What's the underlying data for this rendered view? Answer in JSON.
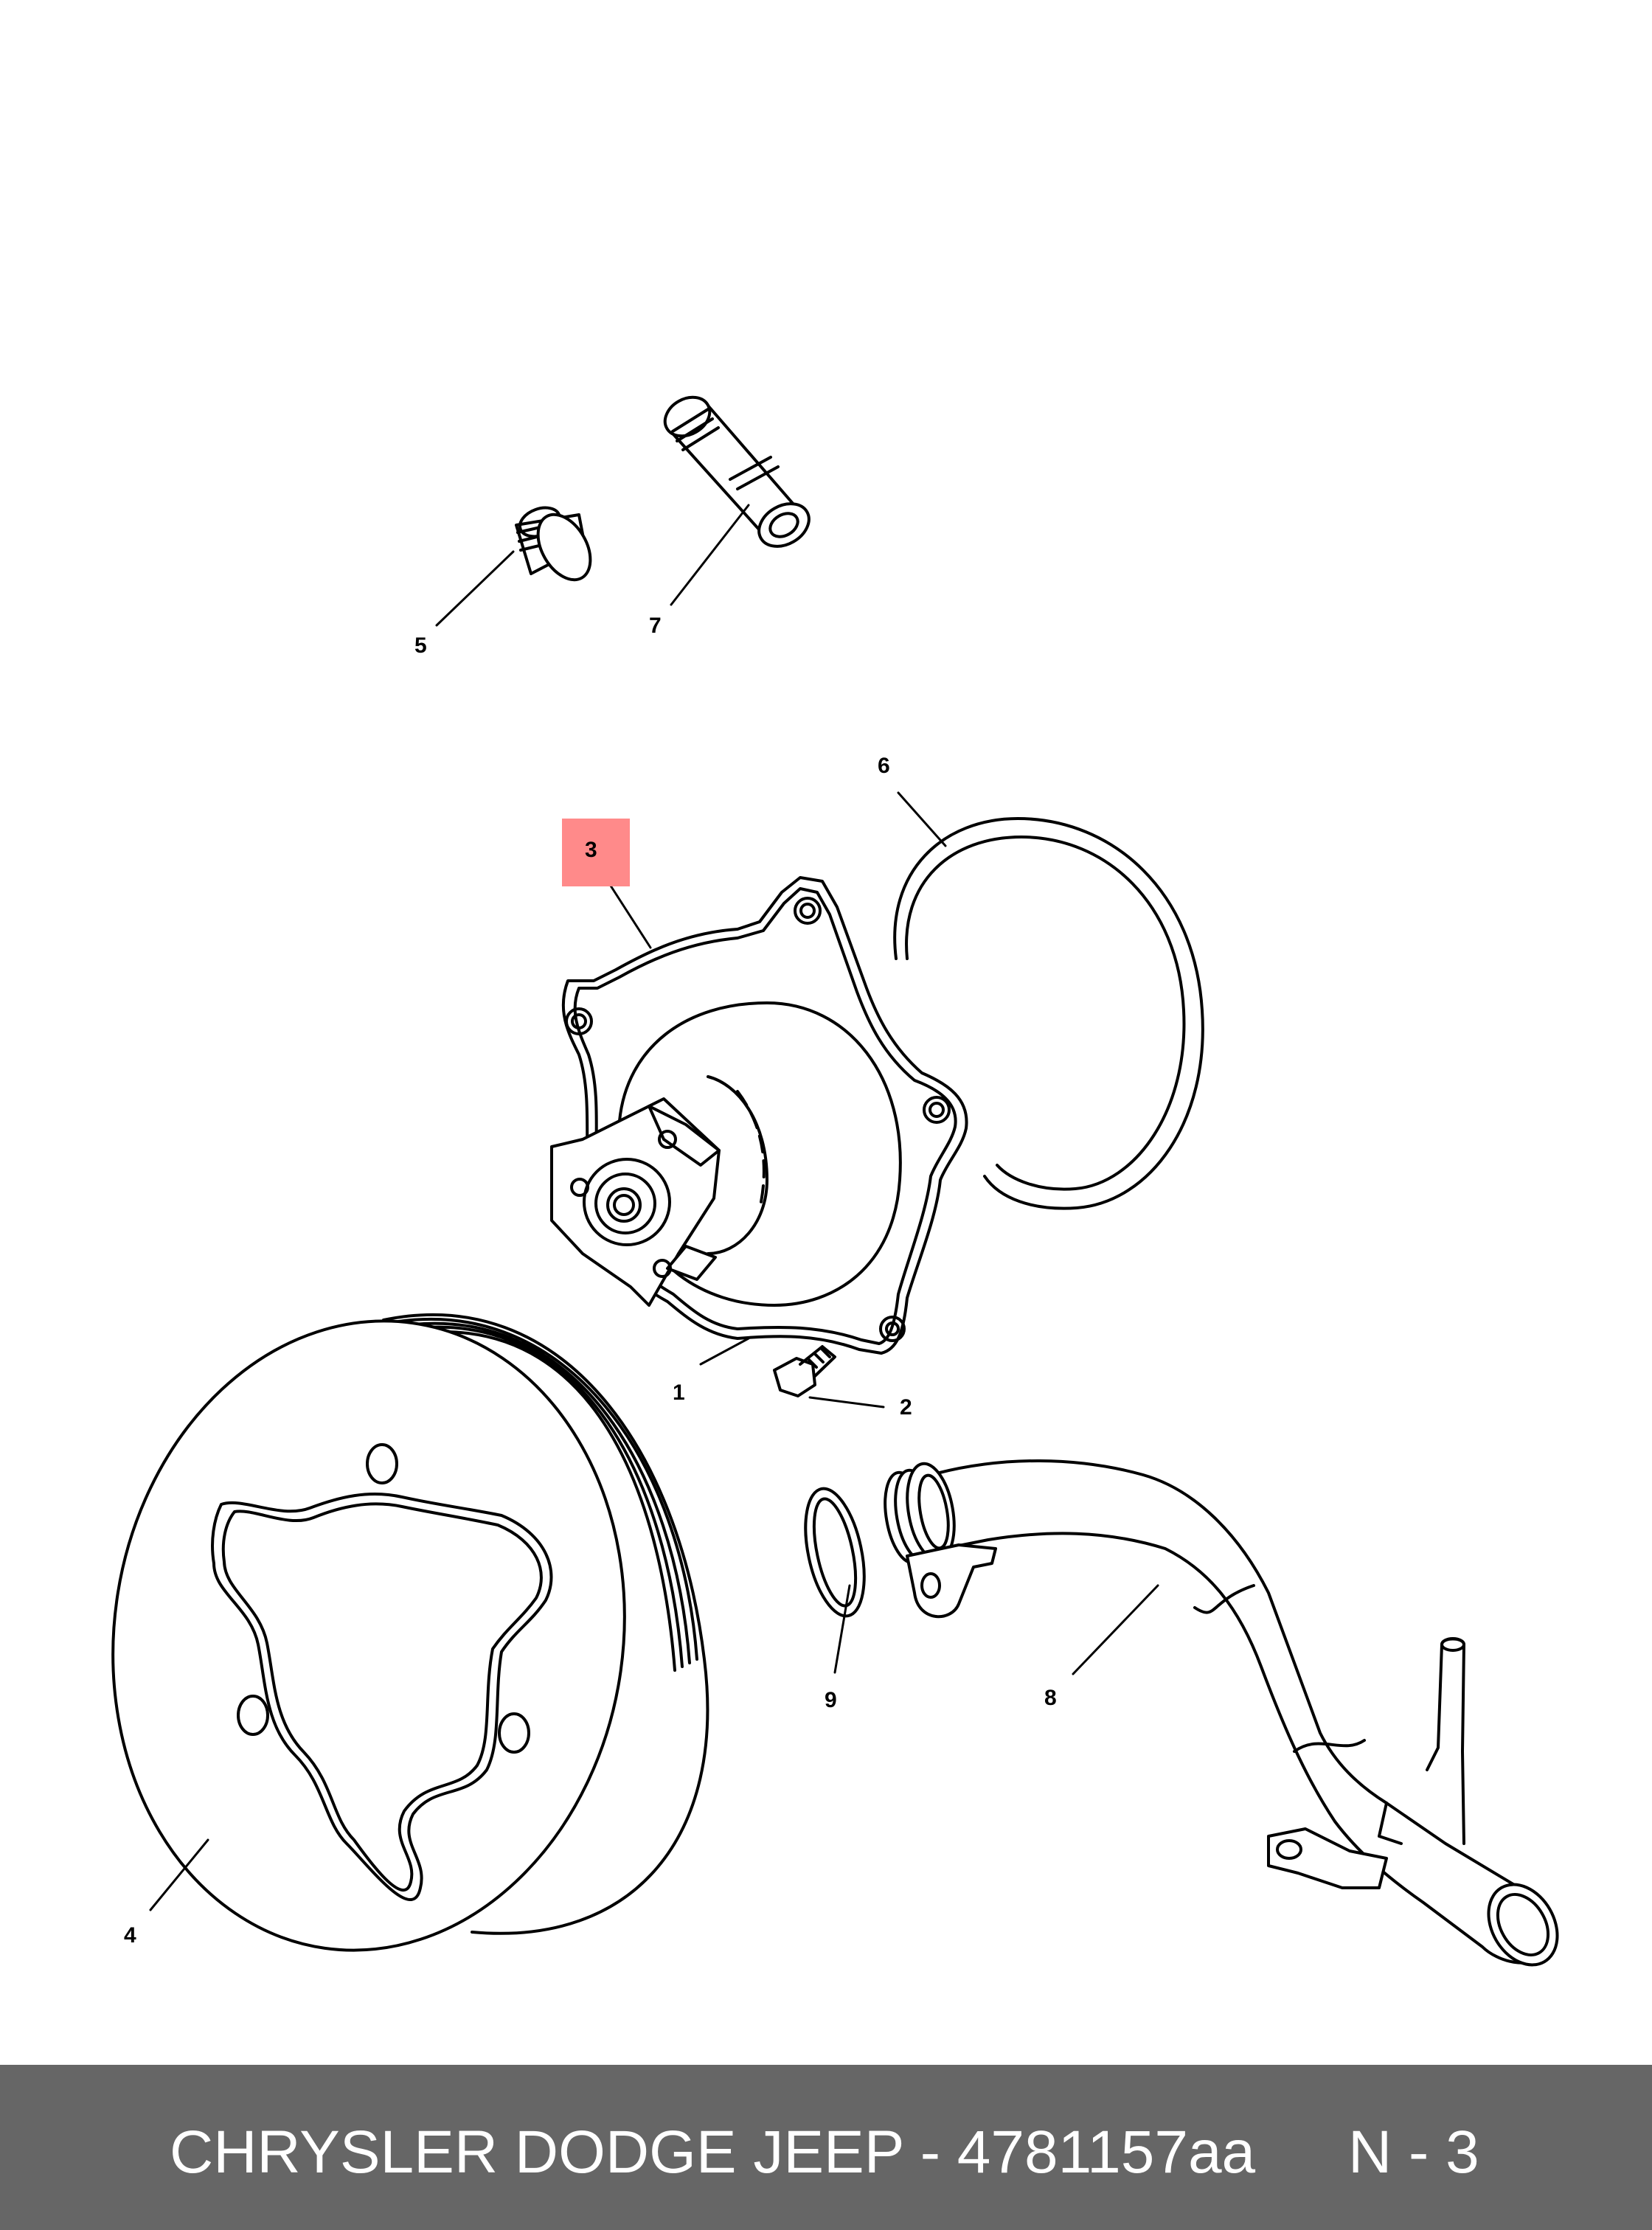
{
  "callouts": {
    "c1": "1",
    "c2": "2",
    "c3": "3",
    "c4": "4",
    "c5": "5",
    "c6": "6",
    "c7": "7",
    "c8": "8",
    "c9": "9"
  },
  "highlight": {
    "callout": "3",
    "color": "#ff8a8a"
  },
  "footer": {
    "part_text": "CHRYSLER DODGE JEEP - 4781157aa",
    "code_text": "N - 3",
    "background": "#666666",
    "text_color": "#ffffff"
  }
}
